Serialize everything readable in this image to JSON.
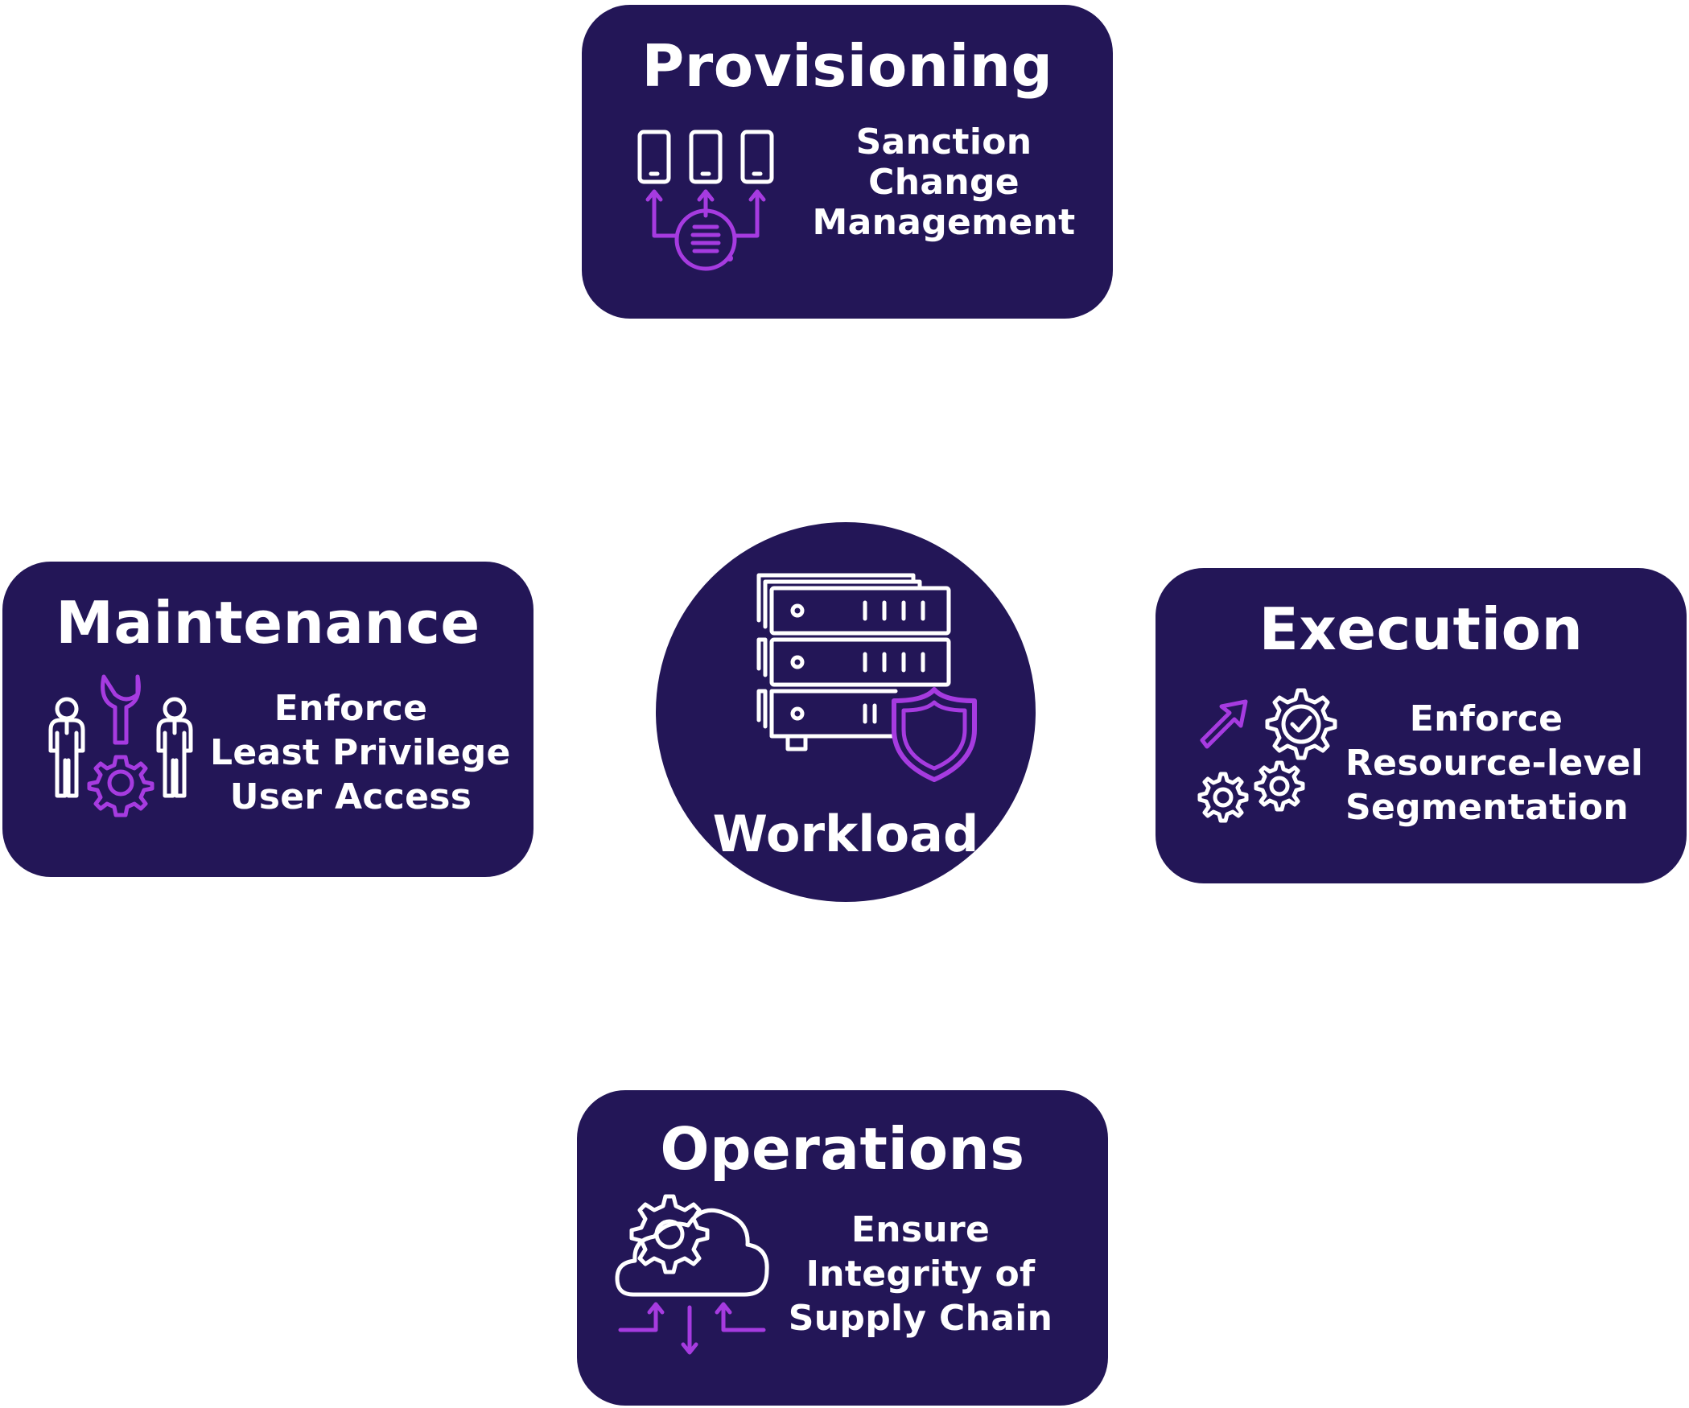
{
  "colors": {
    "card_background": "#231657",
    "text": "#ffffff",
    "accent": "#a63be0",
    "page_background": "#ffffff"
  },
  "center": {
    "label": "Workload",
    "icon": "server-shield-icon"
  },
  "provisioning": {
    "title": "Provisioning",
    "lines": [
      "Sanction",
      "Change",
      "Management"
    ],
    "icon": "devices-distribution-icon"
  },
  "maintenance": {
    "title": "Maintenance",
    "lines": [
      "Enforce",
      "Least Privilege",
      "User Access"
    ],
    "icon": "people-wrench-gear-icon"
  },
  "execution": {
    "title": "Execution",
    "lines": [
      "Enforce",
      "Resource-level",
      "Segmentation"
    ],
    "icon": "gears-arrow-icon"
  },
  "operations": {
    "title": "Operations",
    "lines": [
      "Ensure",
      "Integrity of",
      "Supply Chain"
    ],
    "icon": "cloud-gear-icon"
  }
}
